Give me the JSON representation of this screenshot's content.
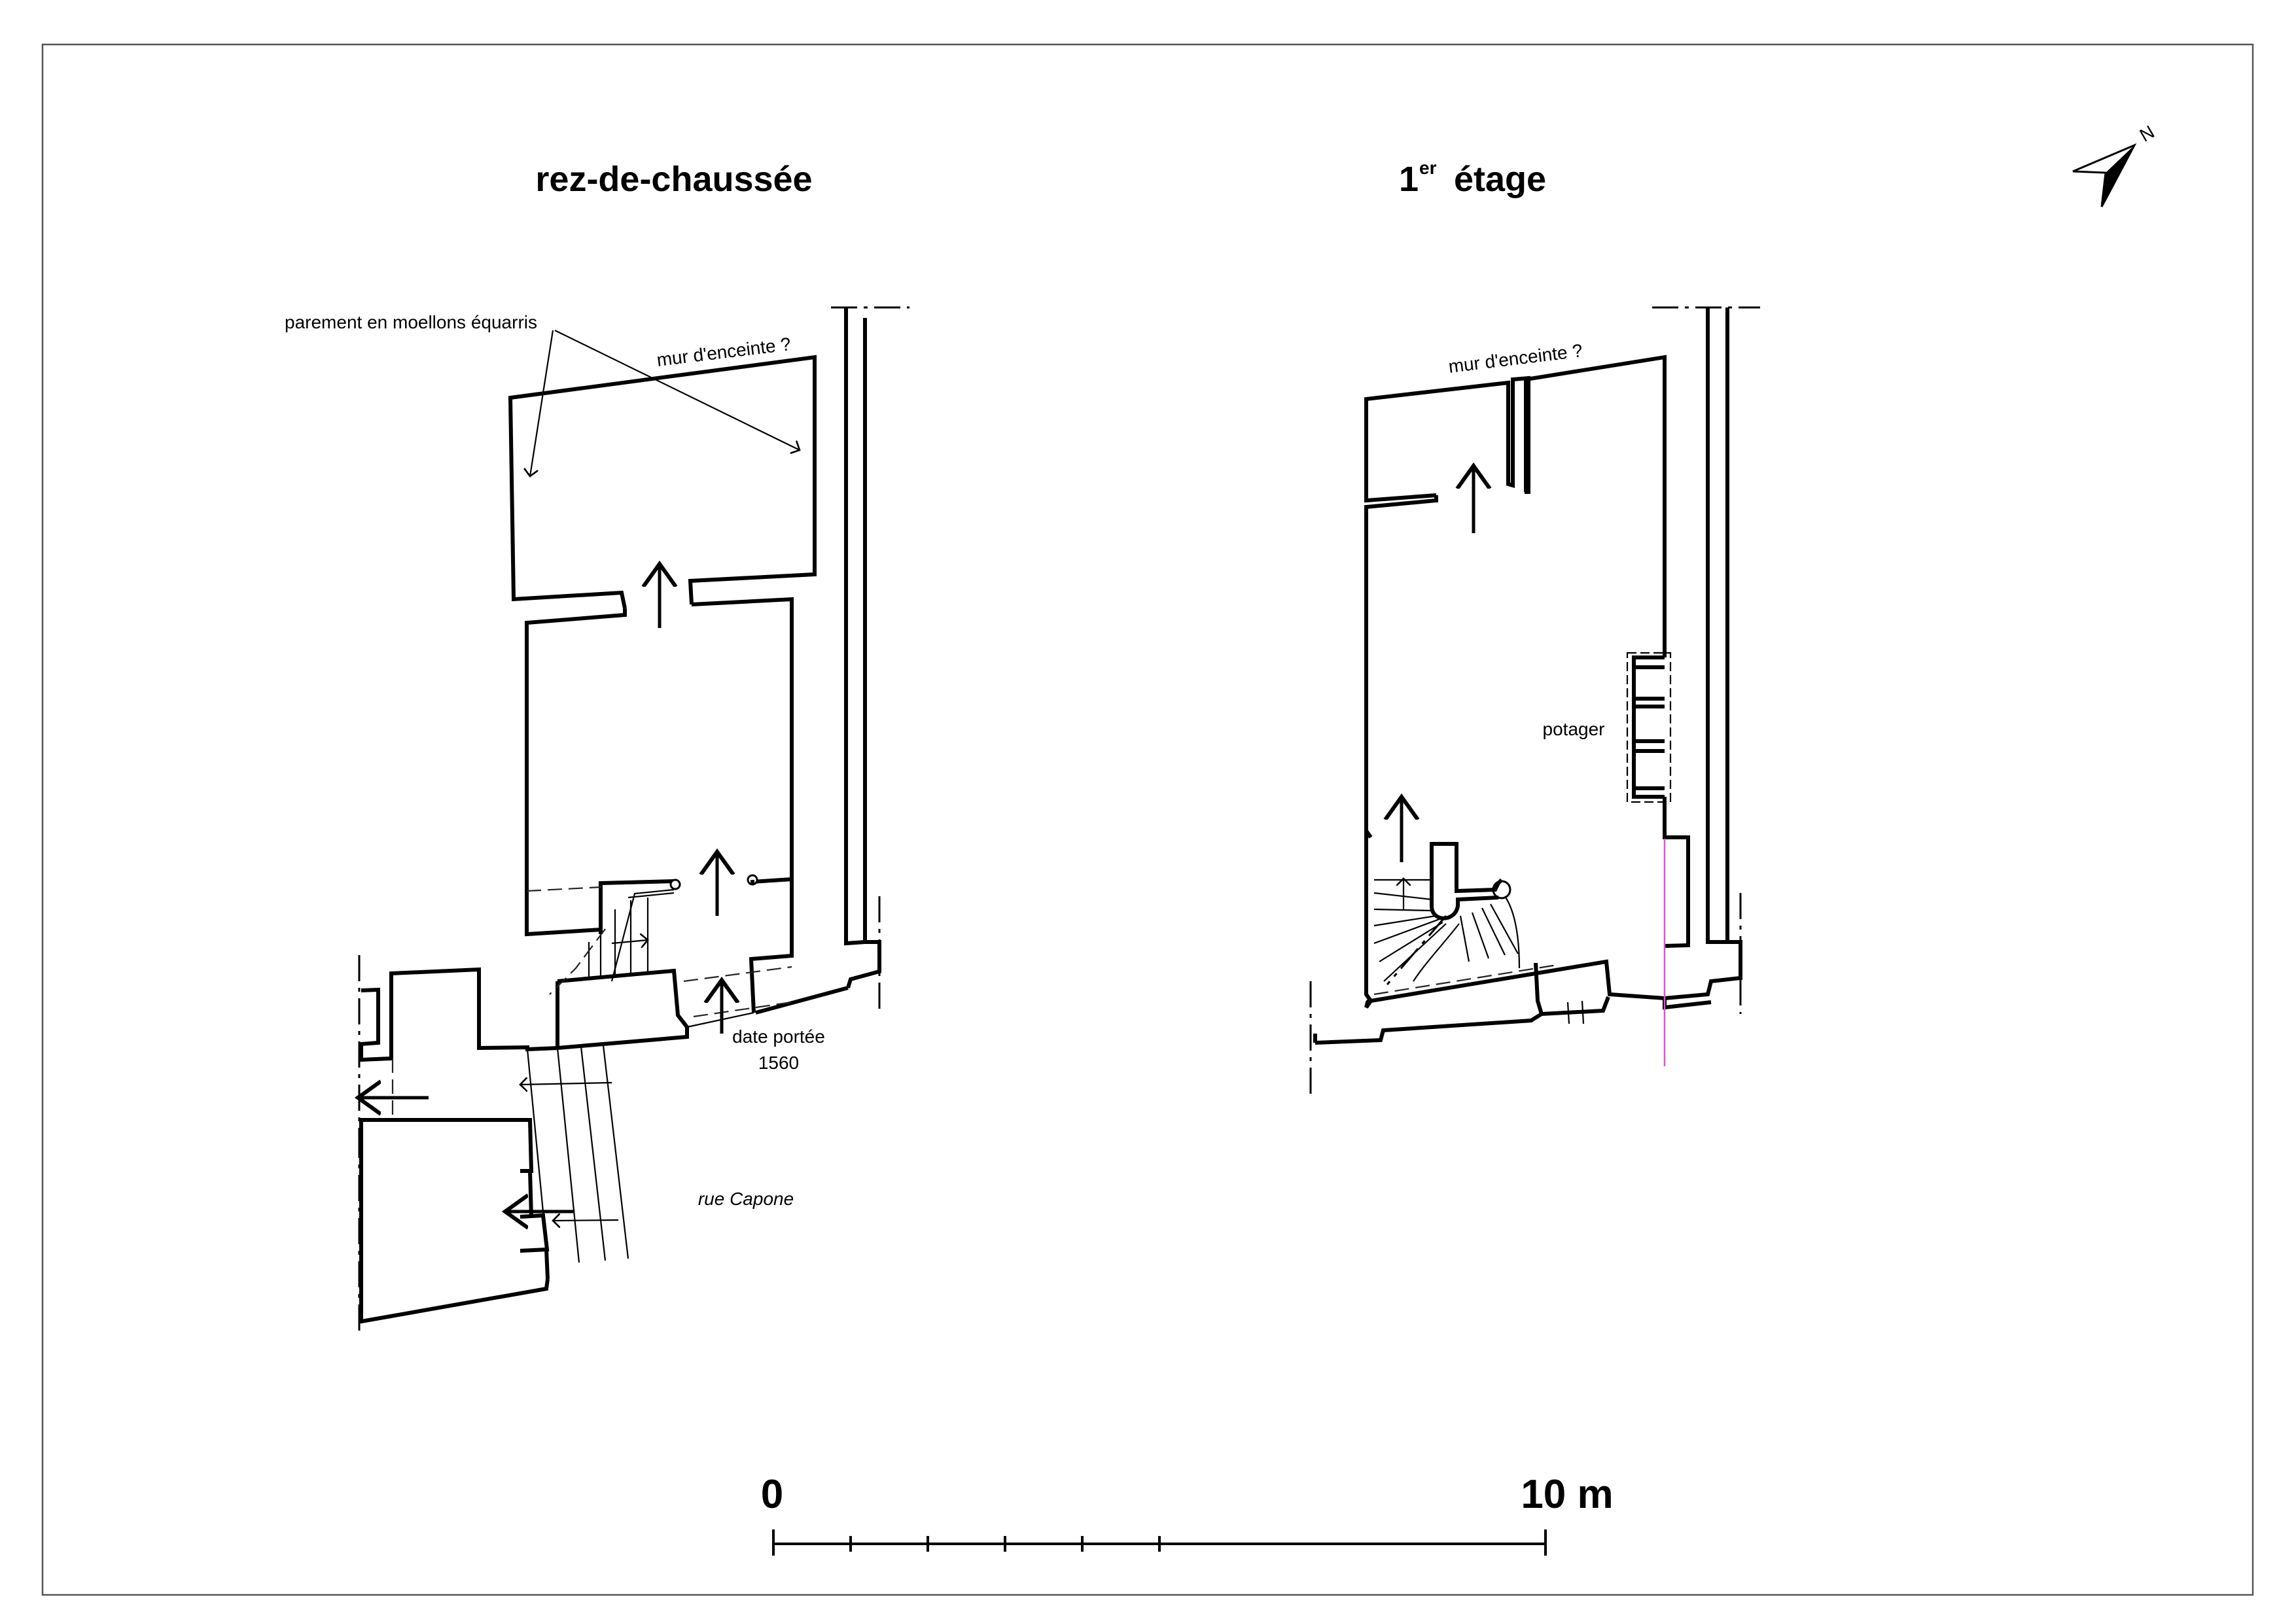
{
  "plans": {
    "ground": {
      "title": "rez-de-chaussée",
      "annotations": {
        "facing": "parement en moellons équarris",
        "enclosure": "mur d'enceinte ?",
        "date_label": "date portée",
        "date_value": "1560",
        "street": "rue Capone"
      }
    },
    "first": {
      "title_number": "1",
      "title_sup": "er",
      "title_word": "étage",
      "annotations": {
        "enclosure": "mur d'enceinte ?",
        "stove": "potager"
      }
    }
  },
  "north_arrow": {
    "label": "N",
    "icon": "north-arrow-icon"
  },
  "scale_bar": {
    "start_label": "0",
    "end_label": "10 m",
    "start_value": 0,
    "end_value": 10,
    "unit": "m"
  },
  "colors": {
    "ink": "#000000",
    "section_line": "#d15bd1",
    "background": "#ffffff"
  }
}
